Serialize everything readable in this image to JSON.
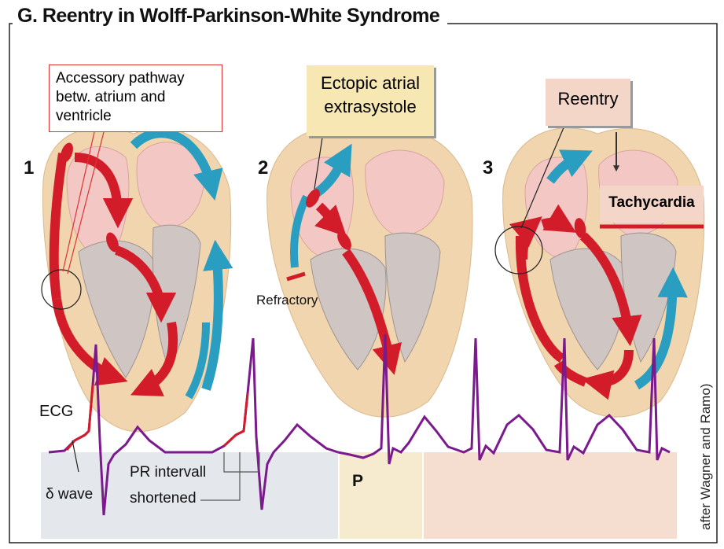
{
  "figure": {
    "title": "G. Reentry in Wolff-Parkinson-White Syndrome",
    "credit": "after Wagner and Ramo)"
  },
  "panels": [
    {
      "number": "1",
      "callout_line1": "Accessory pathway",
      "callout_line2": "betw. atrium and ventricle"
    },
    {
      "number": "2",
      "callout_line1": "Ectopic atrial",
      "callout_line2": "extrasystole",
      "note": "Refractory"
    },
    {
      "number": "3",
      "callout": "Reentry",
      "result": "Tachycardia"
    }
  ],
  "ecg": {
    "label": "ECG",
    "delta_wave": "δ wave",
    "pr_line1": "PR intervall",
    "pr_line2": "shortened",
    "p_label": "P"
  },
  "colors": {
    "excitation_arrow": "#d21c2a",
    "retrograde_arrow": "#2a9ec0",
    "ecg_trace": "#7a1a8c",
    "heart_tissue": "#f1d5ae",
    "atrium_fill": "#f3c8c4"
  }
}
